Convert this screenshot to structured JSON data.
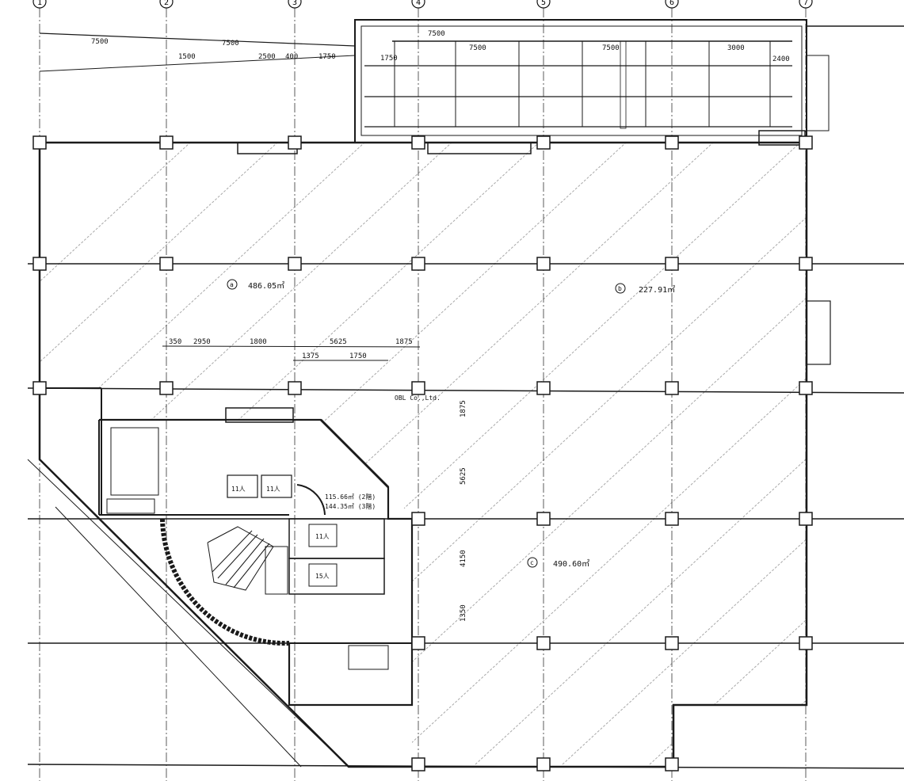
{
  "drawing": {
    "company": "OBL Co.,Ltd.",
    "grid_labels": [
      "1",
      "2",
      "3",
      "4",
      "5",
      "6",
      "7"
    ],
    "top_dimensions": [
      "7500",
      "7500",
      "1500",
      "2500",
      "400",
      "1750",
      "7500",
      "7500",
      "7500",
      "3000",
      "1750",
      "2400"
    ],
    "areas": [
      {
        "mark": "a",
        "value": "486.05㎡"
      },
      {
        "mark": "b",
        "value": "227.91㎡"
      },
      {
        "mark": "c",
        "value": "490.60㎡"
      }
    ],
    "core_areas": [
      "115.66㎡ (2階)",
      "144.35㎡ (3階)"
    ],
    "core_dimensions": [
      "350",
      "2950",
      "1800",
      "5625",
      "1875",
      "1375",
      "1750"
    ],
    "vertical_dimensions": [
      "1875",
      "5625",
      "4150",
      "1350"
    ],
    "elevator_labels": [
      "11人",
      "11人",
      "11人",
      "15人"
    ]
  },
  "colors": {
    "ink": "#1a1a1a",
    "hatch": "#9a9a9a",
    "paper": "#ffffff"
  }
}
